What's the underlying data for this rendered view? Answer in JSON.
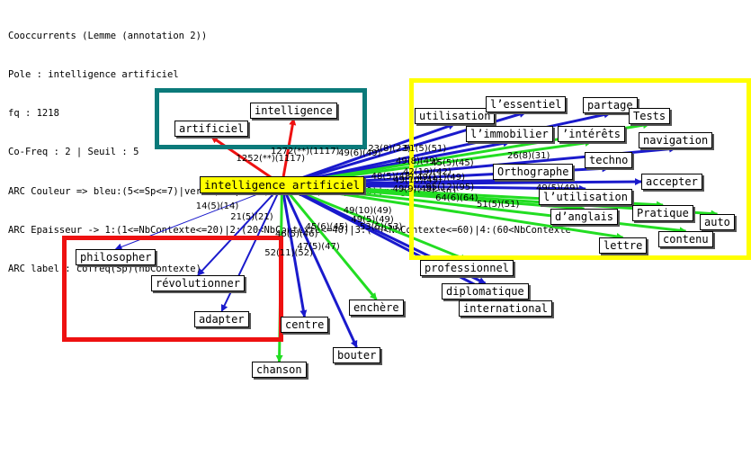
{
  "header_lines": [
    "Cooccurrents (Lemme (annotation 2))",
    "Pole : intelligence artificiel",
    "fq : 1218",
    "Co-Freq : 2 | Seuil : 5",
    "ARC Couleur => bleu:(5<=Sp<=7)|vert:(7<Sp<=14)|orange:(14<Sp<=50)|rouge:(50<Sp)",
    "ARC Epaisseur -> 1:(1<=NbContexte<=20)|2:(20<NbContexte<=40)|3:(40<NbContexte<=60)|4:(60<NbContexte",
    "ARC label : cofreq(Sp)(nbContexte)"
  ],
  "center": "intelligence artificiel",
  "colors": {
    "bleu": "#1a1acc",
    "vert": "#22dd22",
    "rouge": "#ee1111",
    "center_bg": "#ffff00",
    "box_teal": "#0b7a7a",
    "box_red": "#ee1111",
    "box_yellow": "#ffff00"
  },
  "nodes": [
    {
      "id": "intelligence",
      "label": "intelligence"
    },
    {
      "id": "artificiel",
      "label": "artificiel"
    },
    {
      "id": "philosopher",
      "label": "philosopher"
    },
    {
      "id": "revolutionner",
      "label": "révolutionner"
    },
    {
      "id": "adapter",
      "label": "adapter"
    },
    {
      "id": "centre",
      "label": "centre"
    },
    {
      "id": "chanson",
      "label": "chanson"
    },
    {
      "id": "bouter",
      "label": "bouter"
    },
    {
      "id": "enchere",
      "label": "enchère"
    },
    {
      "id": "professionnel",
      "label": "professionnel"
    },
    {
      "id": "diplomatique",
      "label": "diplomatique"
    },
    {
      "id": "international",
      "label": "international"
    },
    {
      "id": "utilisation",
      "label": "utilisation"
    },
    {
      "id": "essentiel",
      "label": "l’essentiel"
    },
    {
      "id": "immobilier",
      "label": "l’immobilier"
    },
    {
      "id": "partage",
      "label": "partage"
    },
    {
      "id": "tests",
      "label": "Tests"
    },
    {
      "id": "interets",
      "label": "’intérêts"
    },
    {
      "id": "navigation",
      "label": "navigation"
    },
    {
      "id": "techno",
      "label": "techno"
    },
    {
      "id": "orthographe",
      "label": "Orthographe"
    },
    {
      "id": "accepter",
      "label": "accepter"
    },
    {
      "id": "lutilisation",
      "label": "l’utilisation"
    },
    {
      "id": "pratique",
      "label": "Pratique"
    },
    {
      "id": "anglais",
      "label": "d’anglais"
    },
    {
      "id": "auto",
      "label": "auto"
    },
    {
      "id": "contenu",
      "label": "contenu"
    },
    {
      "id": "lettre",
      "label": "lettre"
    }
  ],
  "edges": [
    {
      "to": "intelligence",
      "color": "rouge",
      "width": 3,
      "label": "1272(**)(1117)"
    },
    {
      "to": "artificiel",
      "color": "rouge",
      "width": 3,
      "label": "1252(**)(1117)"
    },
    {
      "to": "philosopher",
      "color": "bleu",
      "width": 1,
      "label": "14(5)(14)"
    },
    {
      "to": "revolutionner",
      "color": "bleu",
      "width": 2,
      "label": "21(5)(21)"
    },
    {
      "to": "adapter",
      "color": "bleu",
      "width": 2,
      "label": ""
    },
    {
      "to": "centre",
      "color": "bleu",
      "width": 3,
      "label": "46(5)(46)"
    },
    {
      "to": "chanson",
      "color": "vert",
      "width": 3,
      "label": "52(11)(52)"
    },
    {
      "to": "bouter",
      "color": "bleu",
      "width": 3,
      "label": "47(5)(47)"
    },
    {
      "to": "enchere",
      "color": "vert",
      "width": 3,
      "label": "45(6)(45)"
    },
    {
      "to": "professionnel",
      "color": "vert",
      "width": 3,
      "label": "49(10)(49)"
    },
    {
      "to": "diplomatique",
      "color": "bleu",
      "width": 3,
      "label": "49(5)(49)"
    },
    {
      "to": "international",
      "color": "bleu",
      "width": 3,
      "label": "53(5)(53)"
    },
    {
      "to": "utilisation",
      "color": "bleu",
      "width": 3,
      "label": "49(6)(49)"
    },
    {
      "to": "essentiel",
      "color": "bleu",
      "width": 3,
      "label": "23(8)(23)"
    },
    {
      "to": "immobilier",
      "color": "bleu",
      "width": 3,
      "label": ""
    },
    {
      "to": "partage",
      "color": "bleu",
      "width": 3,
      "label": "51(5)(51)"
    },
    {
      "to": "tests",
      "color": "vert",
      "width": 3,
      "label": ""
    },
    {
      "to": "interets",
      "color": "vert",
      "width": 3,
      "label": "49(8)(49)"
    },
    {
      "to": "navigation",
      "color": "bleu",
      "width": 3,
      "label": "45(5)(45)"
    },
    {
      "to": "techno",
      "color": "bleu",
      "width": 3,
      "label": "42(19)(42)"
    },
    {
      "to": "orthographe",
      "color": "bleu",
      "width": 3,
      "label": "48(5)(48)"
    },
    {
      "to": "accepter",
      "color": "bleu",
      "width": 3,
      "label": "49(11)(49)"
    },
    {
      "to": "lutilisation",
      "color": "bleu",
      "width": 3,
      "label": "49(10)(49)"
    },
    {
      "to": "pratique",
      "color": "vert",
      "width": 3,
      "label": "95(12)(95)"
    },
    {
      "to": "anglais",
      "color": "vert",
      "width": 3,
      "label": "49(9)(49)"
    },
    {
      "to": "auto",
      "color": "vert",
      "width": 3,
      "label": ""
    },
    {
      "to": "contenu",
      "color": "vert",
      "width": 3,
      "label": "64(6)(64)"
    },
    {
      "to": "lettre",
      "color": "vert",
      "width": 3,
      "label": ""
    }
  ],
  "extra_labels": [
    "26(8)(31)",
    "49(5)(49)",
    "51(5)(51)"
  ]
}
